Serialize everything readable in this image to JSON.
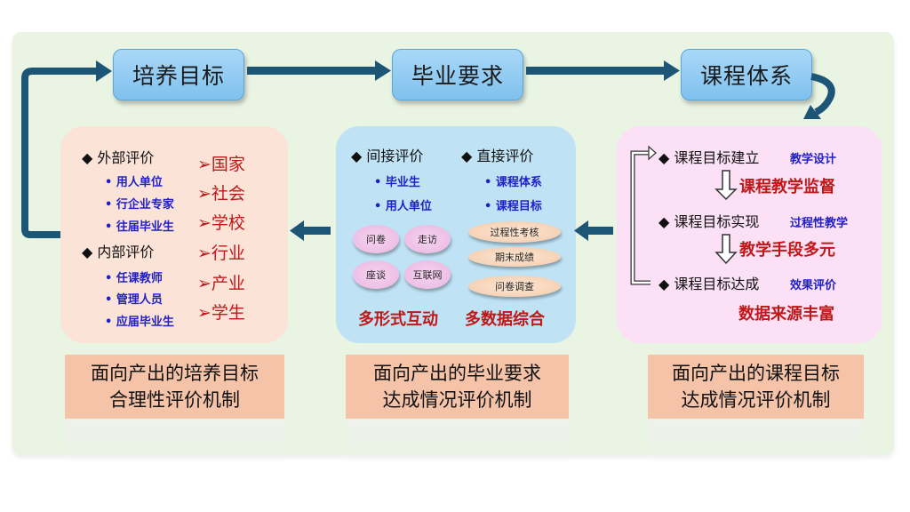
{
  "top_flow": {
    "boxes": [
      "培养目标",
      "毕业要求",
      "课程体系"
    ]
  },
  "panel_training": {
    "external": {
      "title": "◆ 外部评价",
      "items": [
        "用人单位",
        "行企业专家",
        "往届毕业生"
      ]
    },
    "internal": {
      "title": "◆ 内部评价",
      "items": [
        "任课教师",
        "管理人员",
        "应届毕业生"
      ]
    },
    "stakeholders": [
      "➢国家",
      "➢社会",
      "➢学校",
      "➢行业",
      "➢产业",
      "➢学生"
    ],
    "bullet": "•",
    "footer_lines": [
      "面向产出的培养目标",
      "合理性评价机制"
    ]
  },
  "panel_graduation": {
    "indirect": {
      "title": "◆ 间接评价",
      "items": [
        "毕业生",
        "用人单位"
      ],
      "methods": [
        "问卷",
        "走访",
        "座谈",
        "互联网"
      ],
      "summary": "多形式互动"
    },
    "direct": {
      "title": "◆ 直接评价",
      "items": [
        "课程体系",
        "课程目标"
      ],
      "methods": [
        "过程性考核",
        "期末成绩",
        "问卷调查"
      ],
      "summary": "多数据综合"
    },
    "bullet": "•",
    "footer_lines": [
      "面向产出的毕业要求",
      "达成情况评价机制"
    ]
  },
  "panel_course": {
    "steps": [
      {
        "title": "◆ 课程目标建立",
        "tag": "教学设计"
      },
      {
        "title": "◆ 课程目标实现",
        "tag": "过程性教学"
      },
      {
        "title": "◆ 课程目标达成",
        "tag": "效果评价"
      }
    ],
    "transitions": [
      "课程教学监督",
      "教学手段多元"
    ],
    "summary": "数据来源丰富",
    "footer_lines": [
      "面向产出的课程目标",
      "达成情况评价机制"
    ]
  },
  "colors": {
    "arrow": "#1d5576",
    "canvas_bg": "#e9f4e3",
    "top_box": "#8ccbf2",
    "panel_training": "#fbe3d8",
    "panel_graduation": "#bfe3f5",
    "panel_course": "#fbe0f6",
    "footer_bg": "#f4c3a8",
    "emphasis_red": "#c01818",
    "sub_blue": "#1f1fc8"
  }
}
